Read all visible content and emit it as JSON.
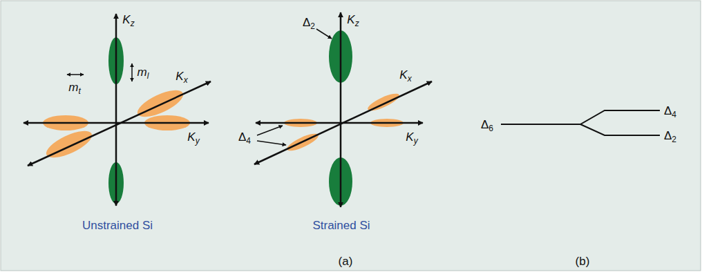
{
  "diagram": {
    "labels": [
      "Kz",
      "ml",
      "mt",
      "Kx",
      "Ky",
      "Unstrained Si",
      "Kz",
      "Δ2",
      "Kx",
      "Δ4",
      "Ky",
      "Strained Si",
      "(a)",
      "Δ6",
      "Δ4",
      "Δ2",
      "(b)"
    ]
  }
}
